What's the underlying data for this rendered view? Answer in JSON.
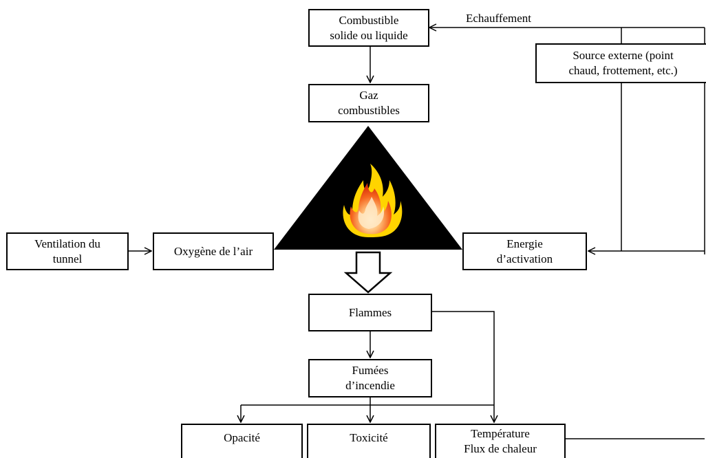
{
  "nodes": {
    "fuel": "Combustible\nsolide ou liquide",
    "gas": "Gaz\ncombustibles",
    "source": "Source externe (point\nchaud, frottement, etc.)",
    "ventilation": "Ventilation du\ntunnel",
    "oxygen": "Oxygène  de l’air",
    "energy": "Energie\nd’activation",
    "flames": "Flammes",
    "smoke": "Fumées\nd’incendie",
    "opacity": "Opacité",
    "toxicity": "Toxicité",
    "temperature": "Température\nFlux de chaleur"
  },
  "edge_labels": {
    "heating": "Echauffement"
  },
  "icons": {
    "fire_triangle": "fire-triangle",
    "flame": "flame-icon"
  },
  "colors": {
    "triangle": "#000000",
    "flame_outer": "#ffd400",
    "flame_mid": "#f57a1e",
    "flame_inner": "#ffe6b0"
  }
}
